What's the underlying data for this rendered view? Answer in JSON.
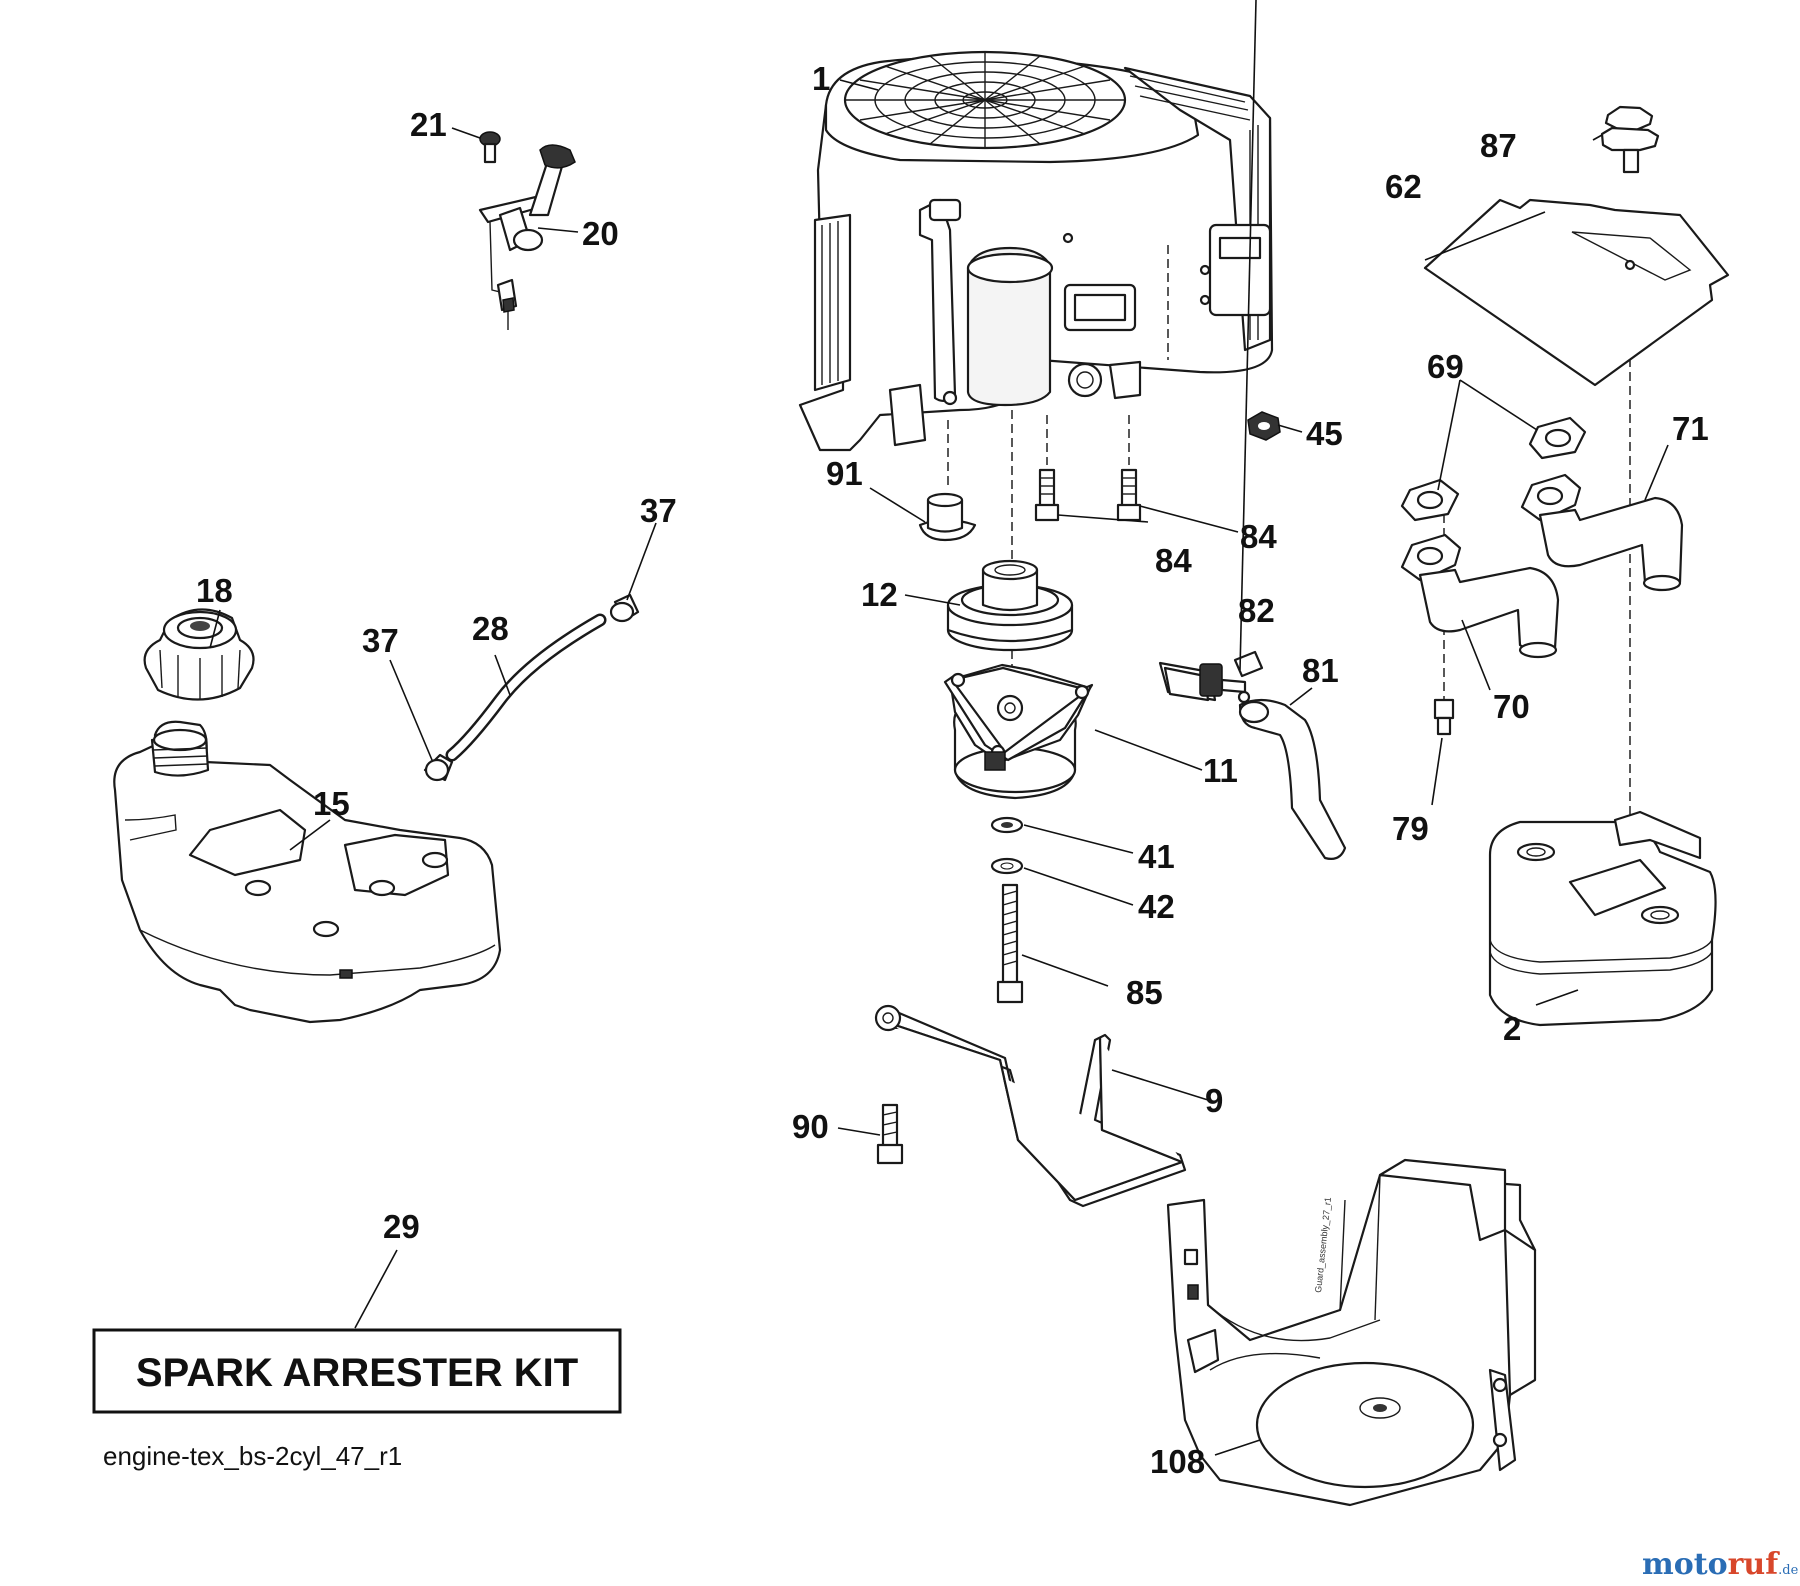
{
  "callouts": [
    {
      "id": "p1",
      "label": "1"
    },
    {
      "id": "p2",
      "label": "2"
    },
    {
      "id": "p9",
      "label": "9"
    },
    {
      "id": "p11",
      "label": "11"
    },
    {
      "id": "p12",
      "label": "12"
    },
    {
      "id": "p15",
      "label": "15"
    },
    {
      "id": "p18",
      "label": "18"
    },
    {
      "id": "p20",
      "label": "20"
    },
    {
      "id": "p21",
      "label": "21"
    },
    {
      "id": "p28",
      "label": "28"
    },
    {
      "id": "p29",
      "label": "29"
    },
    {
      "id": "p37a",
      "label": "37"
    },
    {
      "id": "p37b",
      "label": "37"
    },
    {
      "id": "p41",
      "label": "41"
    },
    {
      "id": "p42",
      "label": "42"
    },
    {
      "id": "p45",
      "label": "45"
    },
    {
      "id": "p62",
      "label": "62"
    },
    {
      "id": "p69",
      "label": "69"
    },
    {
      "id": "p70",
      "label": "70"
    },
    {
      "id": "p71",
      "label": "71"
    },
    {
      "id": "p79",
      "label": "79"
    },
    {
      "id": "p81",
      "label": "81"
    },
    {
      "id": "p82",
      "label": "82"
    },
    {
      "id": "p84a",
      "label": "84"
    },
    {
      "id": "p84b",
      "label": "84"
    },
    {
      "id": "p85",
      "label": "85"
    },
    {
      "id": "p87",
      "label": "87"
    },
    {
      "id": "p90",
      "label": "90"
    },
    {
      "id": "p91",
      "label": "91"
    },
    {
      "id": "p108",
      "label": "108"
    }
  ],
  "kit_label": "SPARK ARRESTER KIT",
  "diagram_ref": "engine-tex_bs-2cyl_47_r1",
  "guard_ref": "Guard_assembly_27_r1",
  "watermark": {
    "name_a": "moto",
    "name_b": "ruf",
    "suffix": ".de",
    "color_a": "#2a6db5",
    "color_b": "#d8472b"
  }
}
